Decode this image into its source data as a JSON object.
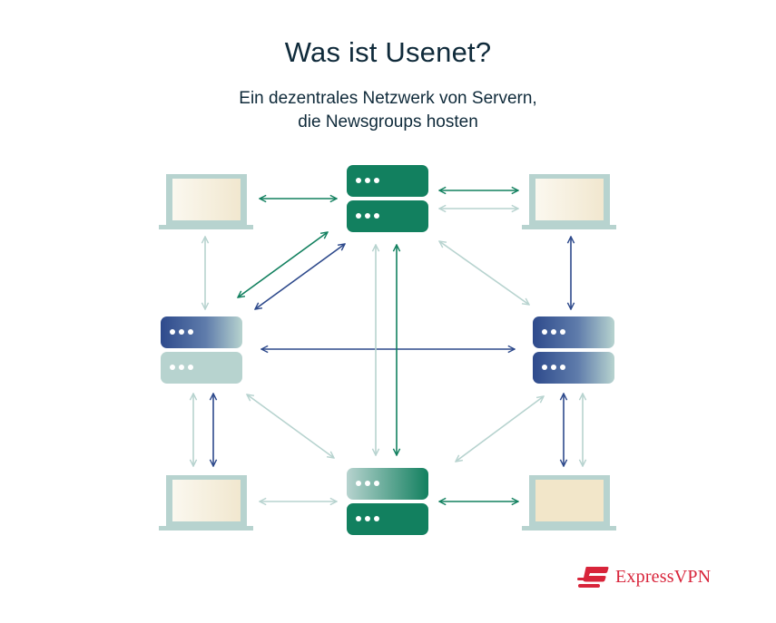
{
  "title": "Was ist Usenet?",
  "subtitle": {
    "line1": "Ein dezentrales Netzwerk von Servern,",
    "line2": "die Newsgroups hosten"
  },
  "brand": {
    "name": "ExpressVPN"
  },
  "colors": {
    "green": "#12805f",
    "navy": "#2e4a8c",
    "pale": "#b7d3cf",
    "screen": "#f7f0df",
    "brand_red": "#d8243a"
  },
  "icons": [
    "laptop-icon",
    "server-icon",
    "expressvpn-logo-icon"
  ]
}
